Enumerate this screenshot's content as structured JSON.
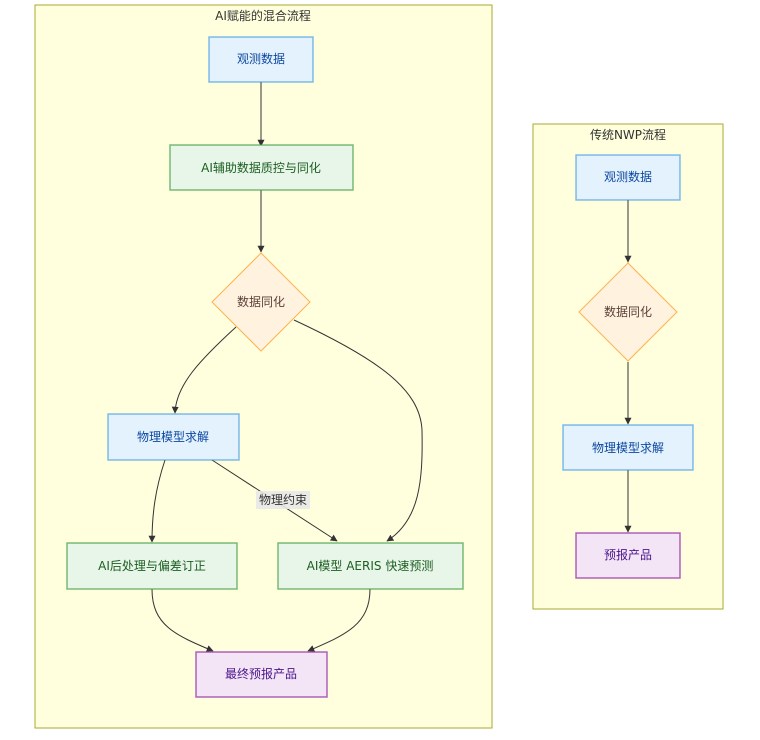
{
  "diagram": {
    "type": "flowchart",
    "colors": {
      "cluster_fill": "#ffffde",
      "cluster_border": "#aaaa33",
      "blue_fill": "#e3f2fd",
      "green_fill": "#e8f5e9",
      "orange_fill": "#fff3e0",
      "purple_fill": "#f3e5f5",
      "edge": "#333333"
    },
    "subgraphs": [
      {
        "id": "hybrid",
        "title": "AI赋能的混合流程",
        "nodes": [
          {
            "id": "h_obs",
            "label": "观测数据",
            "shape": "rect",
            "style": "blue"
          },
          {
            "id": "h_qc",
            "label": "AI辅助数据质控与同化",
            "shape": "rect",
            "style": "green"
          },
          {
            "id": "h_da",
            "label": "数据同化",
            "shape": "diamond",
            "style": "orange"
          },
          {
            "id": "h_phys",
            "label": "物理模型求解",
            "shape": "rect",
            "style": "blue"
          },
          {
            "id": "h_post",
            "label": "AI后处理与偏差订正",
            "shape": "rect",
            "style": "green"
          },
          {
            "id": "h_aeris",
            "label": "AI模型 AERIS 快速预测",
            "shape": "rect",
            "style": "green"
          },
          {
            "id": "h_final",
            "label": "最终预报产品",
            "shape": "rect",
            "style": "purple"
          }
        ],
        "edges": [
          {
            "from": "h_obs",
            "to": "h_qc",
            "label": ""
          },
          {
            "from": "h_qc",
            "to": "h_da",
            "label": ""
          },
          {
            "from": "h_da",
            "to": "h_phys",
            "label": ""
          },
          {
            "from": "h_da",
            "to": "h_aeris",
            "label": ""
          },
          {
            "from": "h_phys",
            "to": "h_post",
            "label": ""
          },
          {
            "from": "h_phys",
            "to": "h_aeris",
            "label": "物理约束"
          },
          {
            "from": "h_post",
            "to": "h_final",
            "label": ""
          },
          {
            "from": "h_aeris",
            "to": "h_final",
            "label": ""
          }
        ]
      },
      {
        "id": "traditional",
        "title": "传统NWP流程",
        "nodes": [
          {
            "id": "t_obs",
            "label": "观测数据",
            "shape": "rect",
            "style": "blue"
          },
          {
            "id": "t_da",
            "label": "数据同化",
            "shape": "diamond",
            "style": "orange"
          },
          {
            "id": "t_phys",
            "label": "物理模型求解",
            "shape": "rect",
            "style": "blue"
          },
          {
            "id": "t_prod",
            "label": "预报产品",
            "shape": "rect",
            "style": "purple"
          }
        ],
        "edges": [
          {
            "from": "t_obs",
            "to": "t_da",
            "label": ""
          },
          {
            "from": "t_da",
            "to": "t_phys",
            "label": ""
          },
          {
            "from": "t_phys",
            "to": "t_prod",
            "label": ""
          }
        ]
      }
    ]
  }
}
